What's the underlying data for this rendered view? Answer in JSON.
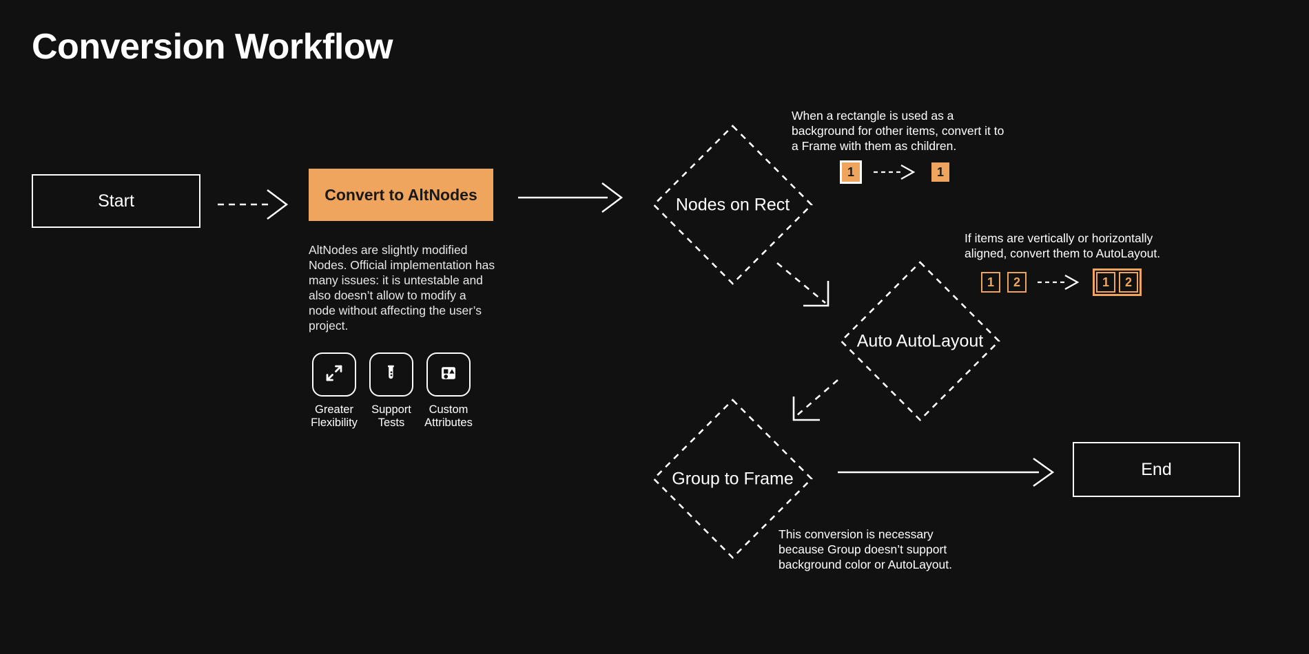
{
  "title": "Conversion Workflow",
  "colors": {
    "background": "#111111",
    "accent_orange": "#efa55e",
    "stroke_white": "#ffffff",
    "text_primary": "#ffffff",
    "text_body": "#e8e8e8"
  },
  "nodes": {
    "start": {
      "label": "Start",
      "shape": "rectangle"
    },
    "convert": {
      "label": "Convert to AltNodes",
      "shape": "rectangle",
      "description": "AltNodes are slightly modified Nodes. Official implementation has many issues: it is untestable and also doesn’t allow to modify a node without affecting the user’s project."
    },
    "nodes_on_rect": {
      "label": "Nodes on Rect",
      "shape": "diamond"
    },
    "auto_autolayout": {
      "label": "Auto AutoLayout",
      "shape": "diamond"
    },
    "group_to_frame": {
      "label": "Group to Frame",
      "shape": "diamond"
    },
    "end": {
      "label": "End",
      "shape": "rectangle"
    }
  },
  "features": [
    {
      "icon": "expand-arrows-icon",
      "label": "Greater Flexibility"
    },
    {
      "icon": "test-tube-icon",
      "label": "Support Tests"
    },
    {
      "icon": "shapes-icon",
      "label": "Custom Attributes"
    }
  ],
  "annotations": {
    "nodes_on_rect": {
      "text": "When a rectangle is used as a background for other items, convert it to a Frame with them as children.",
      "before": [
        {
          "value": "1",
          "style": "solid-outlined"
        }
      ],
      "after": [
        {
          "value": "1",
          "style": "solid"
        }
      ]
    },
    "auto_autolayout": {
      "text": "If items are vertically or horizontally aligned, convert them to AutoLayout.",
      "before": [
        {
          "value": "1",
          "style": "outline"
        },
        {
          "value": "2",
          "style": "outline"
        }
      ],
      "after": [
        {
          "value": "1",
          "style": "outline"
        },
        {
          "value": "2",
          "style": "outline"
        }
      ]
    },
    "group_to_frame": {
      "text": "This conversion is necessary because Group doesn’t support background color or AutoLayout."
    }
  },
  "edges": [
    {
      "from": "start",
      "to": "convert",
      "style": "dashed"
    },
    {
      "from": "convert",
      "to": "nodes_on_rect",
      "style": "solid"
    },
    {
      "from": "nodes_on_rect",
      "to": "auto_autolayout",
      "style": "dashed-diagonal"
    },
    {
      "from": "auto_autolayout",
      "to": "group_to_frame",
      "style": "dashed-diagonal"
    },
    {
      "from": "group_to_frame",
      "to": "end",
      "style": "solid"
    }
  ]
}
